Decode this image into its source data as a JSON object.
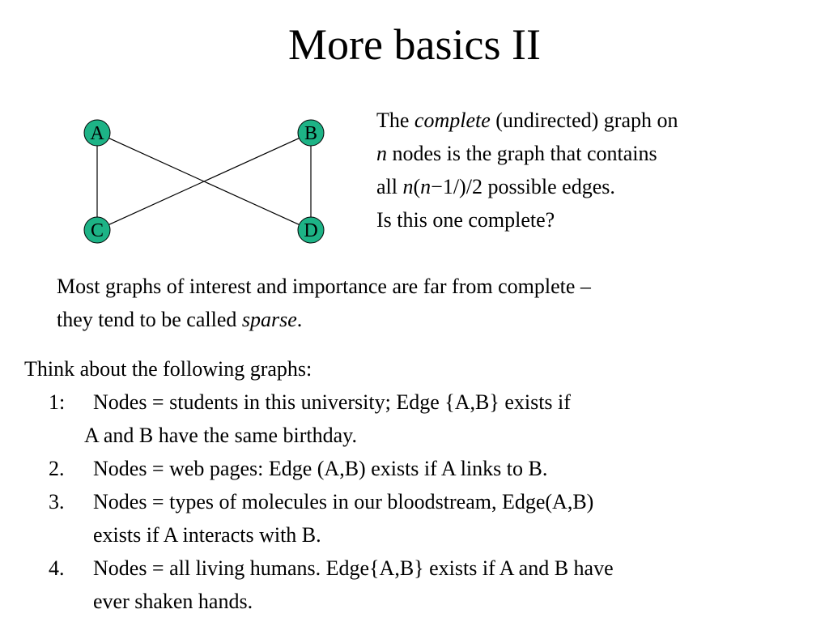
{
  "title": "More basics II",
  "graph": {
    "nodes": [
      {
        "id": "A",
        "label": "A"
      },
      {
        "id": "B",
        "label": "B"
      },
      {
        "id": "C",
        "label": "C"
      },
      {
        "id": "D",
        "label": "D"
      }
    ],
    "edges": [
      [
        "A",
        "C"
      ],
      [
        "A",
        "D"
      ],
      [
        "B",
        "C"
      ],
      [
        "B",
        "D"
      ]
    ],
    "node_color": "#1db386"
  },
  "definition": {
    "line1_pre": "The ",
    "line1_em": "complete",
    "line1_post": " (undirected) graph on",
    "line2_em": "n",
    "line2_post": " nodes is the graph that contains",
    "line3_pre": "all ",
    "line3_em1": "n",
    "line3_mid": "(",
    "line3_em2": "n",
    "line3_post": "−1/)/2  possible edges.",
    "line4": "Is this one complete?"
  },
  "sparse": {
    "line1": "Most graphs of interest and importance are far from complete –",
    "line2_pre": "they tend to be called ",
    "line2_em": "sparse",
    "line2_post": "."
  },
  "think": {
    "intro": "Think about the following graphs:",
    "items": [
      {
        "num": "1:",
        "text": "Nodes = students in this university; Edge  {A,B} exists if",
        "cont": "A and B  have the same birthday."
      },
      {
        "num": "2.",
        "text": "Nodes = web pages:  Edge (A,B) exists if A links to B.",
        "cont": ""
      },
      {
        "num": "3.",
        "text": "Nodes = types of molecules in our bloodstream, Edge(A,B)",
        "cont": "exists if A interacts with B."
      },
      {
        "num": "4.",
        "text": "Nodes = all living humans. Edge{A,B} exists if A and B have",
        "cont": "ever shaken hands."
      }
    ]
  }
}
